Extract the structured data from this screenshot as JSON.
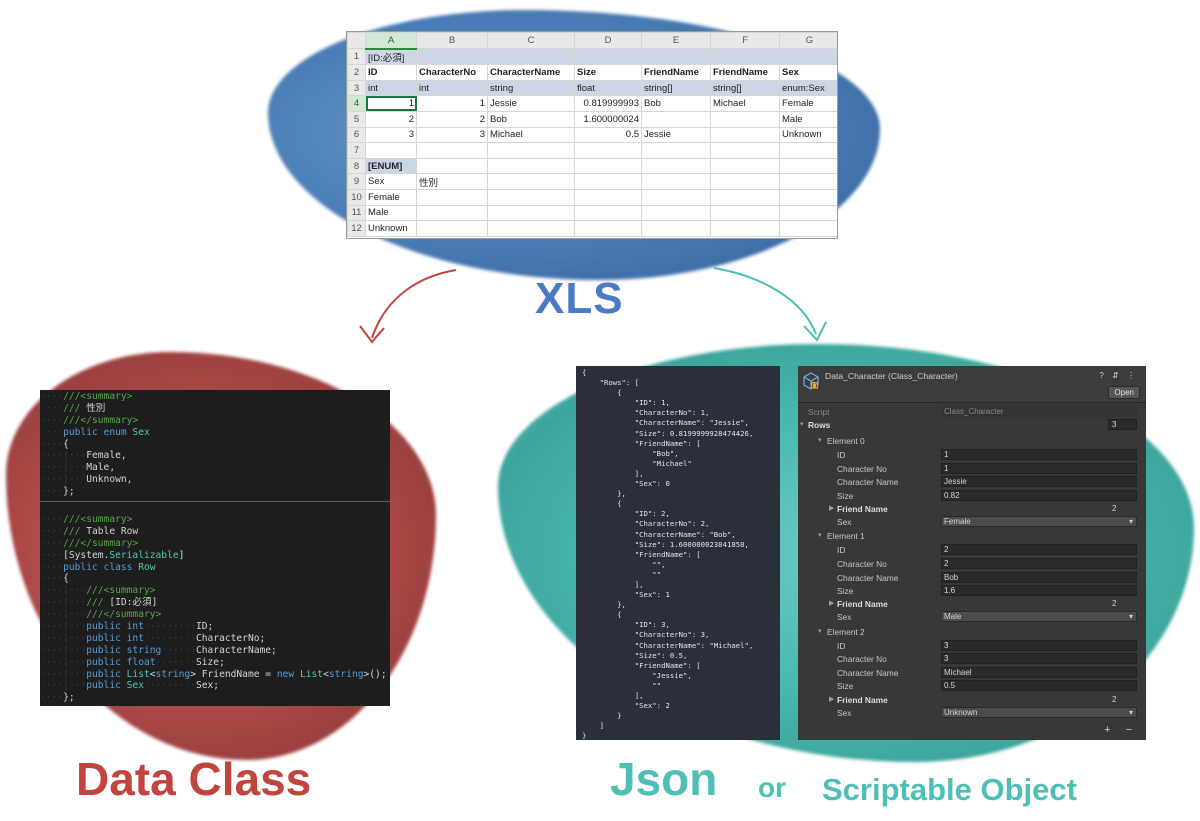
{
  "xls": {
    "title": "XLS",
    "columns": [
      "A",
      "B",
      "C",
      "D",
      "E",
      "F",
      "G"
    ],
    "selected_column": "A",
    "rows": [
      {
        "n": "1",
        "cells": [
          "[ID:必須]",
          "",
          "",
          "",
          "",
          "",
          ""
        ],
        "band": true
      },
      {
        "n": "2",
        "cells": [
          "ID",
          "CharacterNo",
          "CharacterName",
          "Size",
          "FriendName",
          "FriendName",
          "Sex"
        ],
        "bold": true
      },
      {
        "n": "3",
        "cells": [
          "int",
          "int",
          "string",
          "float",
          "string[]",
          "string[]",
          "enum:Sex"
        ],
        "band": true
      },
      {
        "n": "4",
        "cells": [
          "1",
          "1",
          "Jessie",
          "0.819999993",
          "Bob",
          "Michael",
          "Female"
        ]
      },
      {
        "n": "5",
        "cells": [
          "2",
          "2",
          "Bob",
          "1.600000024",
          "",
          "",
          "Male"
        ]
      },
      {
        "n": "6",
        "cells": [
          "3",
          "3",
          "Michael",
          "0.5",
          "Jessie",
          "",
          "Unknown"
        ]
      },
      {
        "n": "7",
        "cells": [
          "",
          "",
          "",
          "",
          "",
          "",
          ""
        ]
      },
      {
        "n": "8",
        "cells": [
          "[ENUM]",
          "",
          "",
          "",
          "",
          "",
          ""
        ],
        "bold": true,
        "band_first": true
      },
      {
        "n": "9",
        "cells": [
          "Sex",
          "性別",
          "",
          "",
          "",
          "",
          ""
        ]
      },
      {
        "n": "10",
        "cells": [
          "Female",
          "",
          "",
          "",
          "",
          "",
          ""
        ]
      },
      {
        "n": "11",
        "cells": [
          "Male",
          "",
          "",
          "",
          "",
          "",
          ""
        ]
      },
      {
        "n": "12",
        "cells": [
          "Unknown",
          "",
          "",
          "",
          "",
          "",
          ""
        ]
      }
    ]
  },
  "data_class": {
    "title": "Data Class",
    "block1": [
      [
        [
          "c-ws",
          "····"
        ],
        [
          "c-com",
          "///<summary>"
        ]
      ],
      [
        [
          "c-ws",
          "····"
        ],
        [
          "c-com",
          "/// "
        ],
        [
          "c-tx",
          "性別"
        ]
      ],
      [
        [
          "c-ws",
          "····"
        ],
        [
          "c-com",
          "///</summary>"
        ]
      ],
      [
        [
          "c-ws",
          "····"
        ],
        [
          "c-kw",
          "public enum "
        ],
        [
          "c-ty",
          "Sex"
        ]
      ],
      [
        [
          "c-ws",
          "····"
        ],
        [
          "c-tx",
          "{"
        ]
      ],
      [
        [
          "c-ws",
          "····|···"
        ],
        [
          "c-tx",
          "Female,"
        ]
      ],
      [
        [
          "c-ws",
          "····|···"
        ],
        [
          "c-tx",
          "Male,"
        ]
      ],
      [
        [
          "c-ws",
          "····|···"
        ],
        [
          "c-tx",
          "Unknown,"
        ]
      ],
      [
        [
          "c-ws",
          "····"
        ],
        [
          "c-tx",
          "};"
        ]
      ]
    ],
    "block2": [
      [
        [
          "c-ws",
          "····"
        ],
        [
          "c-com",
          "///<summary>"
        ]
      ],
      [
        [
          "c-ws",
          "····"
        ],
        [
          "c-com",
          "/// "
        ],
        [
          "c-tx",
          "Table Row"
        ]
      ],
      [
        [
          "c-ws",
          "····"
        ],
        [
          "c-com",
          "///</summary>"
        ]
      ],
      [
        [
          "c-ws",
          "····"
        ],
        [
          "c-tx",
          "[System."
        ],
        [
          "c-ty",
          "Serializable"
        ],
        [
          "c-tx",
          "]"
        ]
      ],
      [
        [
          "c-ws",
          "····"
        ],
        [
          "c-kw",
          "public class "
        ],
        [
          "c-ty",
          "Row"
        ]
      ],
      [
        [
          "c-ws",
          "····"
        ],
        [
          "c-tx",
          "{"
        ]
      ],
      [
        [
          "c-ws",
          "····|···"
        ],
        [
          "c-com",
          "///<summary>"
        ]
      ],
      [
        [
          "c-ws",
          "····|···"
        ],
        [
          "c-com",
          "/// "
        ],
        [
          "c-tx",
          "[ID:必須]"
        ]
      ],
      [
        [
          "c-ws",
          "····|···"
        ],
        [
          "c-com",
          "///</summary>"
        ]
      ],
      [
        [
          "c-ws",
          "····|···"
        ],
        [
          "c-kw",
          "public int"
        ],
        [
          "c-ws",
          "·········"
        ],
        [
          "c-tx",
          "ID;"
        ]
      ],
      [
        [
          "c-ws",
          "····|···"
        ],
        [
          "c-kw",
          "public int"
        ],
        [
          "c-ws",
          "·········"
        ],
        [
          "c-tx",
          "CharacterNo;"
        ]
      ],
      [
        [
          "c-ws",
          "····|···"
        ],
        [
          "c-kw",
          "public string"
        ],
        [
          "c-ws",
          "······"
        ],
        [
          "c-tx",
          "CharacterName;"
        ]
      ],
      [
        [
          "c-ws",
          "····|···"
        ],
        [
          "c-kw",
          "public float"
        ],
        [
          "c-ws",
          "·······"
        ],
        [
          "c-tx",
          "Size;"
        ]
      ],
      [
        [
          "c-ws",
          "····|···"
        ],
        [
          "c-kw",
          "public "
        ],
        [
          "c-ty",
          "List"
        ],
        [
          "c-tx",
          "<"
        ],
        [
          "c-kw",
          "string"
        ],
        [
          "c-tx",
          "> FriendName = "
        ],
        [
          "c-kw",
          "new "
        ],
        [
          "c-ty",
          "List"
        ],
        [
          "c-tx",
          "<"
        ],
        [
          "c-kw",
          "string"
        ],
        [
          "c-tx",
          ">();"
        ]
      ],
      [
        [
          "c-ws",
          "····|···"
        ],
        [
          "c-kw",
          "public "
        ],
        [
          "c-ty",
          "Sex"
        ],
        [
          "c-ws",
          "·········"
        ],
        [
          "c-tx",
          "Sex;"
        ]
      ],
      [
        [
          "c-ws",
          "····"
        ],
        [
          "c-tx",
          "};"
        ]
      ]
    ]
  },
  "json_panel": {
    "title": "Json",
    "or_label": "or",
    "lines": [
      "{",
      "    \"Rows\": [",
      "        {",
      "            \"ID\": 1,",
      "            \"CharacterNo\": 1,",
      "            \"CharacterName\": \"Jessie\",",
      "            \"Size\": 0.8199999928474426,",
      "            \"FriendName\": [",
      "                \"Bob\",",
      "                \"Michael\"",
      "            ],",
      "            \"Sex\": 0",
      "        },",
      "        {",
      "            \"ID\": 2,",
      "            \"CharacterNo\": 2,",
      "            \"CharacterName\": \"Bob\",",
      "            \"Size\": 1.600000023841858,",
      "            \"FriendName\": [",
      "                \"\",",
      "                \"\"",
      "            ],",
      "            \"Sex\": 1",
      "        },",
      "        {",
      "            \"ID\": 3,",
      "            \"CharacterNo\": 3,",
      "            \"CharacterName\": \"Michael\",",
      "            \"Size\": 0.5,",
      "            \"FriendName\": [",
      "                \"Jessie\",",
      "                \"\"",
      "            ],",
      "            \"Sex\": 2",
      "        }",
      "    ]",
      "}"
    ]
  },
  "inspector": {
    "title": "Scriptable Object",
    "window_title": "Data_Character (Class_Character)",
    "header_icons": "? ⇵ ⋮",
    "open_label": "Open",
    "script_label": "Script",
    "script_value": "Class_Character",
    "rows_label": "Rows",
    "rows_count": "3",
    "labels": {
      "id": "ID",
      "character_no": "Character No",
      "character_name": "Character Name",
      "size": "Size",
      "friend_name": "Friend Name",
      "sex": "Sex"
    },
    "elements": [
      {
        "label": "Element 0",
        "id": "1",
        "character_no": "1",
        "character_name": "Jessie",
        "size": "0.82",
        "friend_count": "2",
        "sex": "Female"
      },
      {
        "label": "Element 1",
        "id": "2",
        "character_no": "2",
        "character_name": "Bob",
        "size": "1.6",
        "friend_count": "2",
        "sex": "Male"
      },
      {
        "label": "Element 2",
        "id": "3",
        "character_no": "3",
        "character_name": "Michael",
        "size": "0.5",
        "friend_count": "2",
        "sex": "Unknown"
      }
    ],
    "footer": "+ −"
  },
  "colors": {
    "xls_blue": "#4a79c6",
    "data_class_red": "#c2443f",
    "json_teal": "#4fbfb5"
  }
}
